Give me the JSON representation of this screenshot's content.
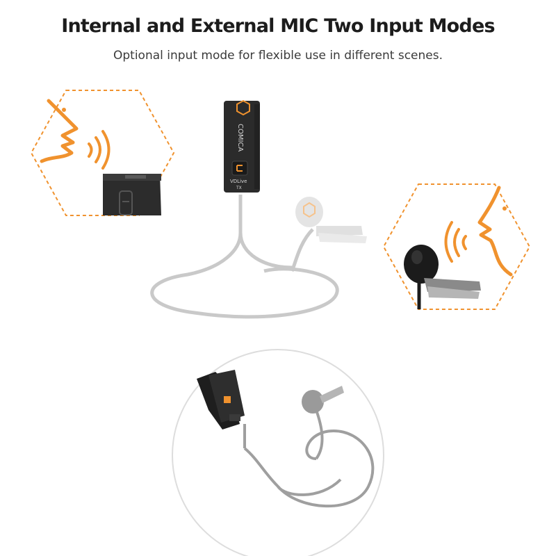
{
  "header": {
    "title": "Internal and External MIC Two Input Modes",
    "subtitle": "Optional input mode for flexible use in different scenes."
  },
  "device": {
    "brand": "COMICA",
    "model": "VDLive",
    "model_suffix": "TX"
  },
  "colors": {
    "accent": "#f0922e",
    "device_body": "#2b2b2b",
    "cable": "#c9c9c9",
    "circle_border": "#dddddd",
    "title_text": "#1c1c1c"
  },
  "icons": {
    "internal_mode": "speaking-face-icon",
    "external_mode": "speaking-face-icon",
    "sound": "sound-waves-icon",
    "logo": "comica-hex-logo"
  }
}
